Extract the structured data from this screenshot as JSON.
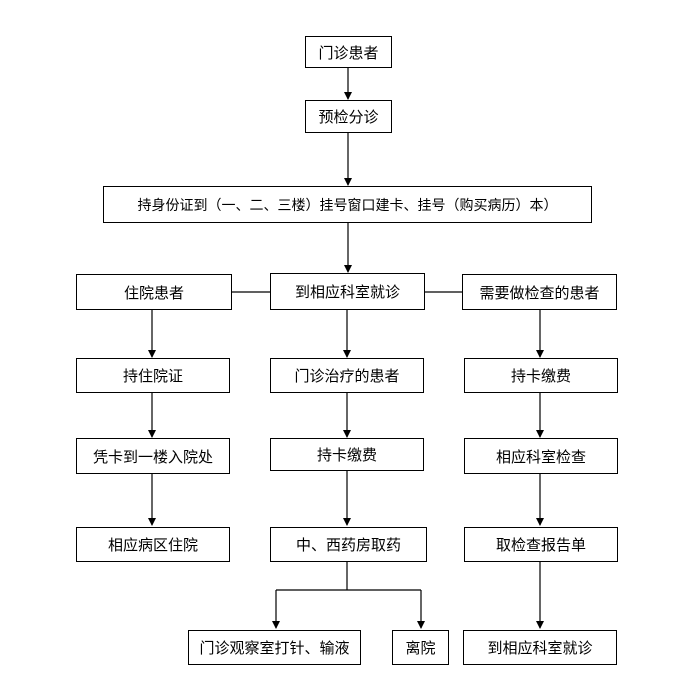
{
  "nodes": {
    "outpatient": "门诊患者",
    "triage": "预检分诊",
    "register": "持身份证到（一、二、三楼）挂号窗口建卡、挂号（购买病历）本）",
    "inpatient": "住院患者",
    "dept_visit": "到相应科室就诊",
    "need_exam": "需要做检查的患者",
    "hold_admission_cert": "持住院证",
    "outpatient_treatment": "门诊治疗的患者",
    "pay_card_exam": "持卡缴费",
    "card_to_admission_office": "凭卡到一楼入院处",
    "pay_card_treatment": "持卡缴费",
    "dept_exam": "相应科室检查",
    "ward_admission": "相应病区住院",
    "pharmacy": "中、西药房取药",
    "exam_report": "取检查报告单",
    "observation_room": "门诊观察室打针、输液",
    "leave": "离院",
    "dept_visit_return": "到相应科室就诊"
  }
}
